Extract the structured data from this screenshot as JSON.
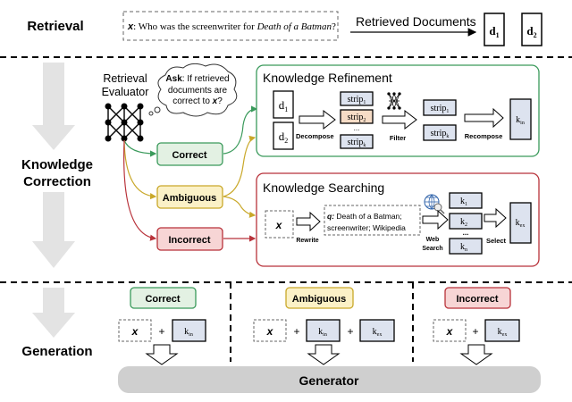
{
  "sections": {
    "retrieval": "Retrieval",
    "correction_line1": "Knowledge",
    "correction_line2": "Correction",
    "generation": "Generation"
  },
  "query": {
    "var": "x",
    "prefix": ": Who was the screenwriter for ",
    "title": "Death of a Batman",
    "suffix": "?"
  },
  "retrieved": {
    "label": "Retrieved Documents",
    "docs": [
      {
        "base": "d",
        "sub": "1"
      },
      {
        "base": "d",
        "sub": "2"
      }
    ]
  },
  "evaluator": {
    "line1": "Retrieval",
    "line2": "Evaluator",
    "thought": {
      "ask": "Ask",
      "line1": ": If retrieved",
      "line2": "documents are",
      "line3": "correct to ",
      "var": "x",
      "end": "?"
    }
  },
  "verdicts": {
    "correct": "Correct",
    "ambiguous": "Ambiguous",
    "incorrect": "Incorrect"
  },
  "refinement": {
    "title": "Knowledge Refinement",
    "docs": [
      {
        "base": "d",
        "sub": "1"
      },
      {
        "base": "d",
        "sub": "2"
      }
    ],
    "decompose": "Decompose",
    "strips": [
      {
        "base": "strip",
        "sub": "1"
      },
      {
        "base": "strip",
        "sub": "2"
      },
      {
        "base": "strip",
        "sub": "k"
      }
    ],
    "ellipsis": "...",
    "filter": "Filter",
    "kept": [
      {
        "base": "strip",
        "sub": "1"
      },
      {
        "base": "strip",
        "sub": "k"
      }
    ],
    "recompose": "Recompose",
    "result": {
      "base": "k",
      "sub": "in"
    }
  },
  "searching": {
    "title": "Knowledge Searching",
    "input": "x",
    "rewrite": "Rewrite",
    "q_label": "q:",
    "q_line1": " Death of a Batman;",
    "q_line2": "screenwriter; Wikipedia",
    "web1": "Web",
    "web2": "Search",
    "results": [
      {
        "base": "k",
        "sub": "1"
      },
      {
        "base": "k",
        "sub": "2"
      },
      {
        "base": "k",
        "sub": "n"
      }
    ],
    "ellipsis": "...",
    "select": "Select",
    "result": {
      "base": "k",
      "sub": "ex"
    }
  },
  "generation": {
    "plus": "+",
    "x": "x",
    "kin": {
      "base": "k",
      "sub": "in"
    },
    "kex": {
      "base": "k",
      "sub": "ex"
    },
    "generator": "Generator"
  },
  "colors": {
    "green": "#3a9a5b",
    "green_fill": "#e3f1e3",
    "yellow": "#c9a82a",
    "yellow_fill": "#fbf1c7",
    "red": "#b8323a",
    "red_fill": "#f7d5d5",
    "blue_fill": "#dde3ef",
    "peach_fill": "#f6dcc6",
    "gray_arrow": "#e3e3e3",
    "generator_fill": "#cfcfcf"
  }
}
